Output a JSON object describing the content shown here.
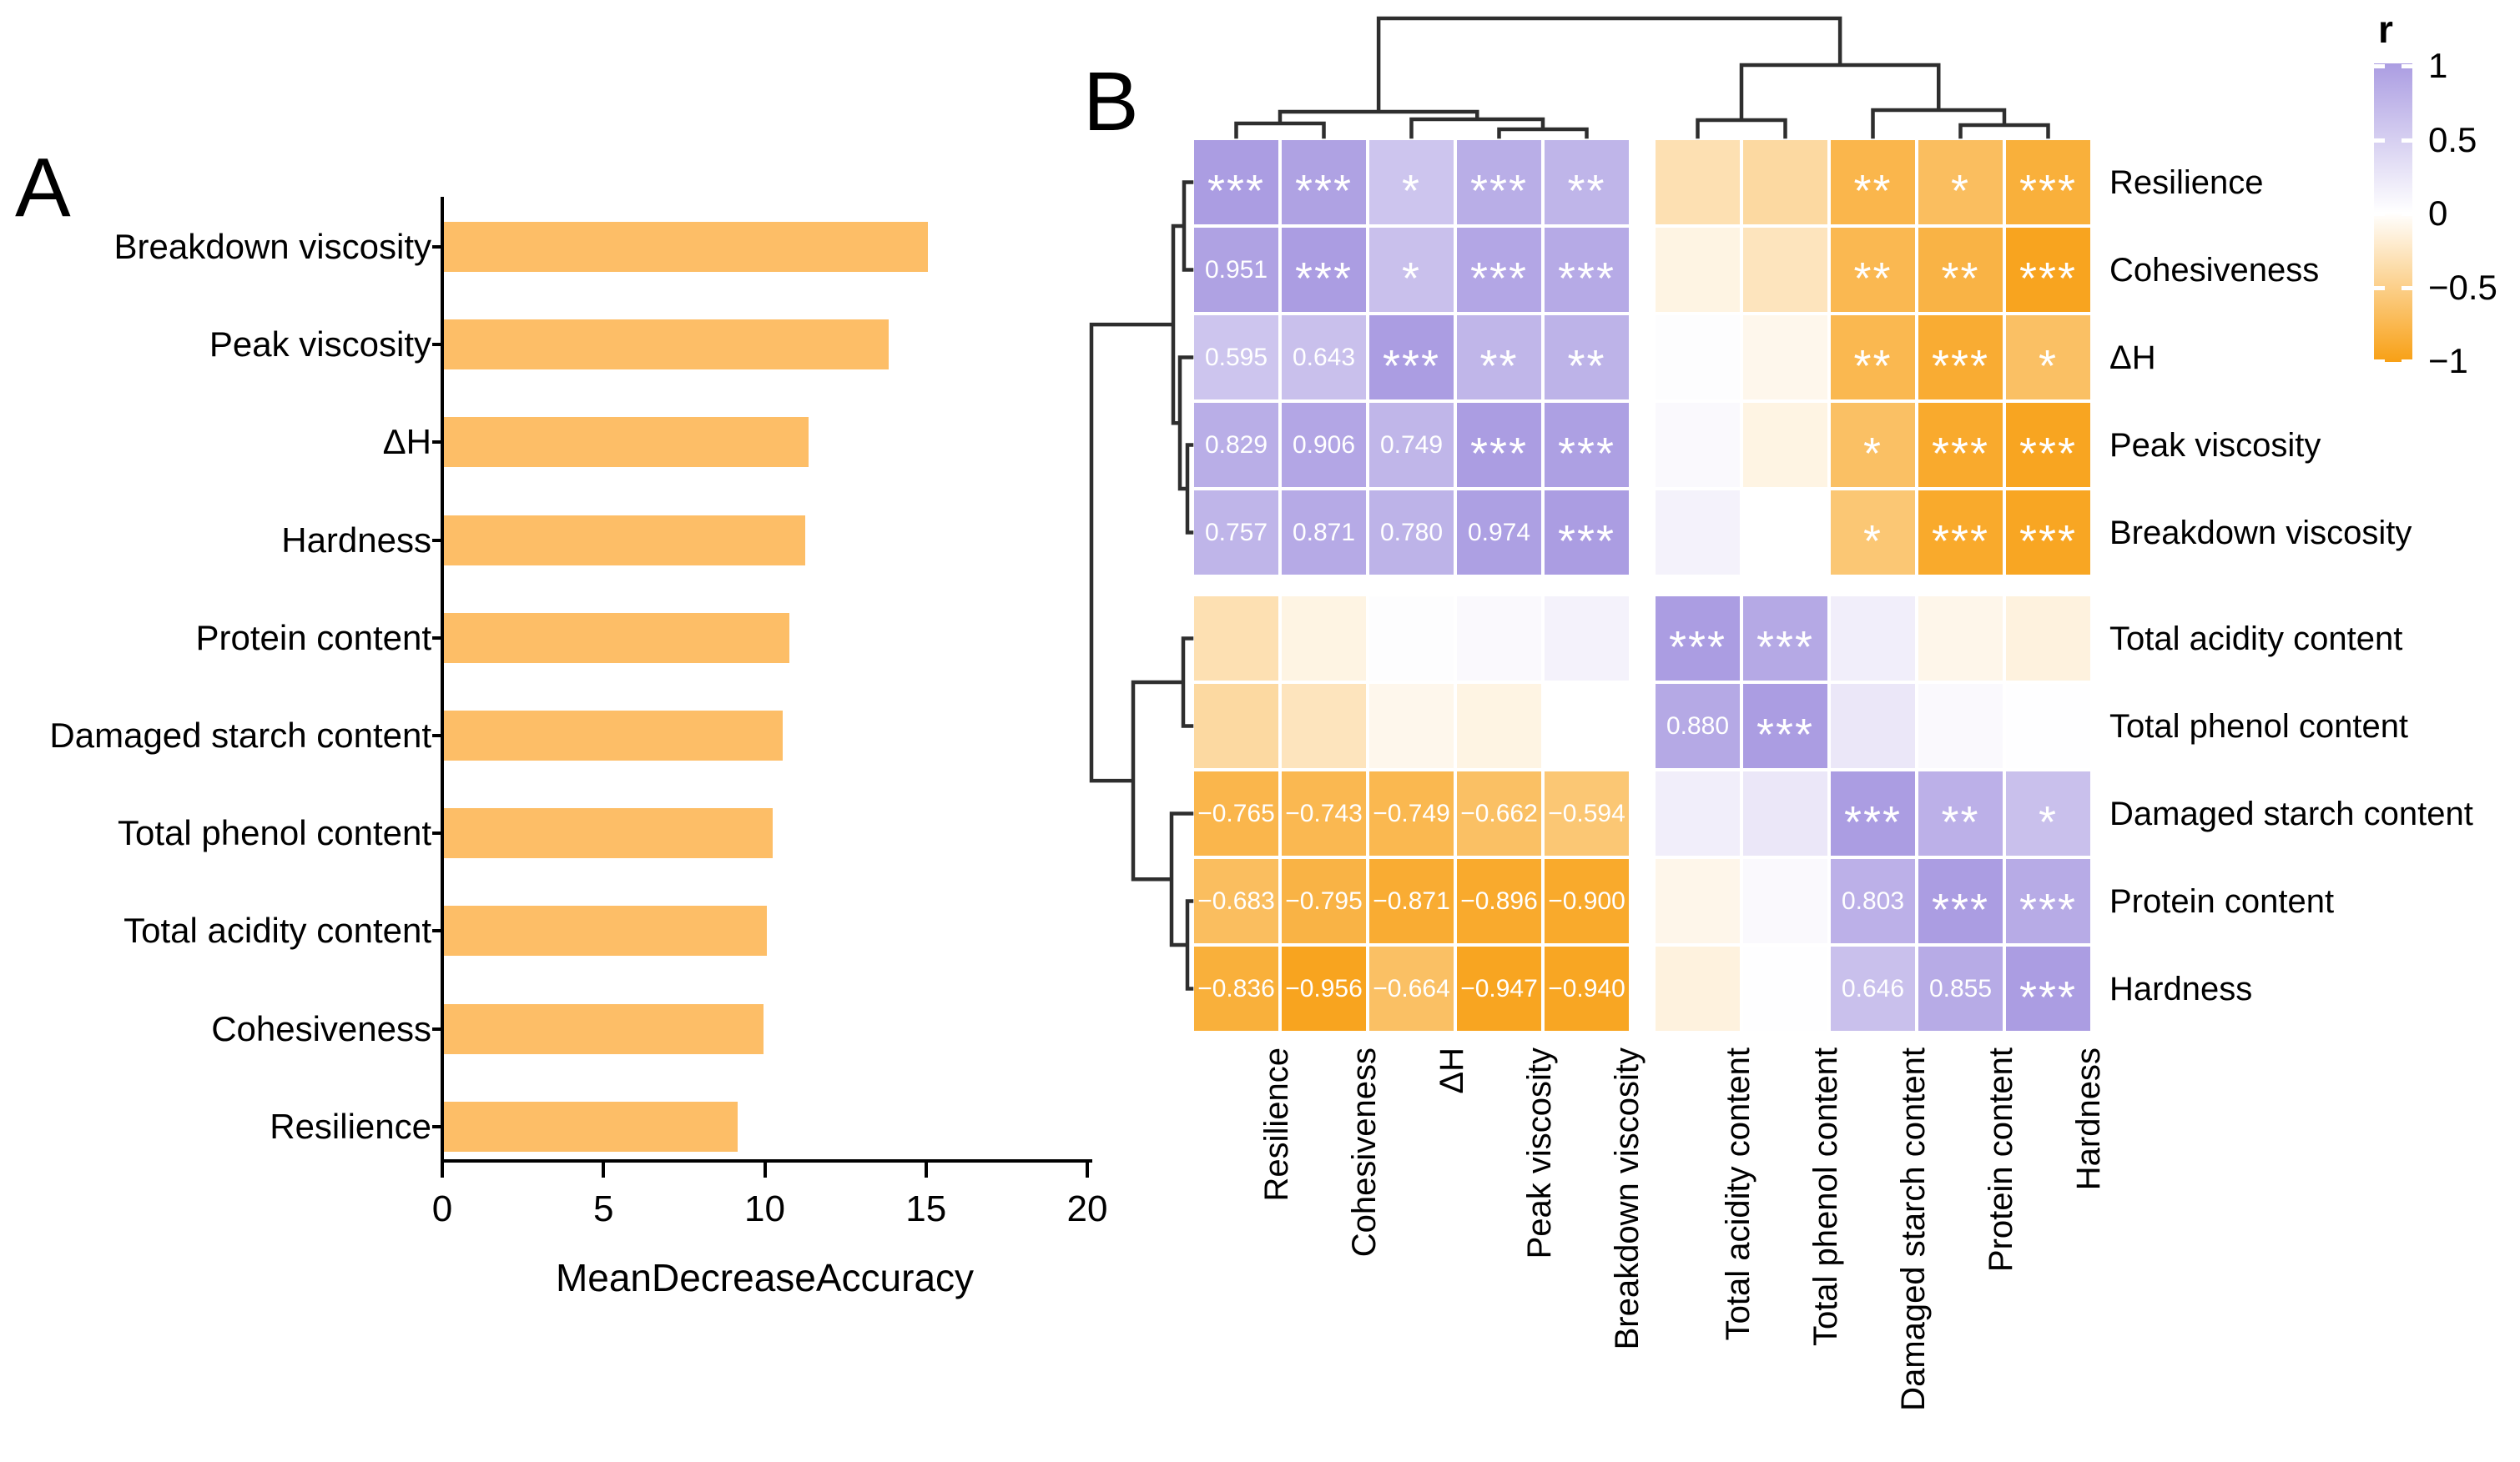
{
  "panels": {
    "a_label": "A",
    "b_label": "B"
  },
  "chart_data": [
    {
      "id": "variable-importance",
      "type": "bar",
      "orientation": "horizontal",
      "title": "",
      "xlabel": "MeanDecreaseAccuracy",
      "ylabel": "",
      "categories": [
        "Breakdown viscosity",
        "Peak viscosity",
        "ΔH",
        "Hardness",
        "Protein content",
        "Damaged starch content",
        "Total phenol content",
        "Total acidity content",
        "Cohesiveness",
        "Resilience"
      ],
      "values": [
        15.0,
        13.8,
        11.3,
        11.2,
        10.7,
        10.5,
        10.2,
        10.0,
        9.9,
        9.1
      ],
      "xlim": [
        0,
        20
      ],
      "xticks": [
        "0",
        "5",
        "10",
        "15",
        "20"
      ],
      "grid": false,
      "bar_color": "#FDBE67"
    },
    {
      "id": "correlation-heatmap",
      "type": "heatmap",
      "variables": [
        "Resilience",
        "Cohesiveness",
        "ΔH",
        "Peak viscosity",
        "Breakdown viscosity",
        "Total acidity content",
        "Total phenol content",
        "Damaged starch content",
        "Protein content",
        "Hardness"
      ],
      "r": [
        [
          1.0,
          0.951,
          0.595,
          0.829,
          0.757,
          -0.33,
          -0.4,
          -0.765,
          -0.683,
          -0.836
        ],
        [
          0.951,
          1.0,
          0.643,
          0.906,
          0.871,
          -0.12,
          -0.28,
          -0.743,
          -0.795,
          -0.956
        ],
        [
          0.595,
          0.643,
          1.0,
          0.749,
          0.78,
          0.02,
          -0.08,
          -0.749,
          -0.871,
          -0.664
        ],
        [
          0.829,
          0.906,
          0.749,
          1.0,
          0.974,
          0.06,
          -0.12,
          -0.662,
          -0.896,
          -0.947
        ],
        [
          0.757,
          0.871,
          0.78,
          0.974,
          1.0,
          0.13,
          0.0,
          -0.594,
          -0.9,
          -0.94
        ],
        [
          -0.33,
          -0.12,
          0.02,
          0.06,
          0.13,
          1.0,
          0.88,
          0.17,
          -0.09,
          -0.14
        ],
        [
          -0.4,
          -0.28,
          -0.08,
          -0.12,
          0.0,
          0.88,
          1.0,
          0.24,
          0.06,
          0.01
        ],
        [
          -0.765,
          -0.743,
          -0.749,
          -0.662,
          -0.594,
          0.17,
          0.24,
          1.0,
          0.803,
          0.646
        ],
        [
          -0.683,
          -0.795,
          -0.871,
          -0.896,
          -0.9,
          -0.09,
          0.06,
          0.803,
          1.0,
          0.855
        ],
        [
          -0.836,
          -0.956,
          -0.664,
          -0.947,
          -0.94,
          -0.14,
          0.01,
          0.646,
          0.855,
          1.0
        ]
      ],
      "cell_labels": [
        [
          "***",
          "***",
          "*",
          "***",
          "**",
          "",
          "",
          "**",
          "*",
          "***"
        ],
        [
          "0.951",
          "***",
          "*",
          "***",
          "***",
          "",
          "",
          "**",
          "**",
          "***"
        ],
        [
          "0.595",
          "0.643",
          "***",
          "**",
          "**",
          "",
          "",
          "**",
          "***",
          "*"
        ],
        [
          "0.829",
          "0.906",
          "0.749",
          "***",
          "***",
          "",
          "",
          "*",
          "***",
          "***"
        ],
        [
          "0.757",
          "0.871",
          "0.780",
          "0.974",
          "***",
          "",
          "",
          "*",
          "***",
          "***"
        ],
        [
          "",
          "",
          "",
          "",
          "",
          "***",
          "***",
          "",
          "",
          ""
        ],
        [
          "",
          "",
          "",
          "",
          "",
          "0.880",
          "***",
          "",
          "",
          ""
        ],
        [
          "−0.765",
          "−0.743",
          "−0.749",
          "−0.662",
          "−0.594",
          "",
          "",
          "***",
          "**",
          "*"
        ],
        [
          "−0.683",
          "−0.795",
          "−0.871",
          "−0.896",
          "−0.900",
          "",
          "",
          "0.803",
          "***",
          "***"
        ],
        [
          "−0.836",
          "−0.956",
          "−0.664",
          "−0.947",
          "−0.940",
          "",
          "",
          "0.646",
          "0.855",
          "***"
        ]
      ],
      "legend": {
        "title": "r",
        "ticks": [
          "1",
          "0.5",
          "0",
          "−0.5",
          "−1"
        ],
        "range": [
          1,
          -1
        ]
      },
      "palette": {
        "positive_end": "#AB9DE2",
        "mid": "#FFFFFF",
        "negative_end": "#F8A015"
      },
      "column_dendrogram": {
        "h": 142,
        "children": [
          {
            "h": 30,
            "children": [
              {
                "h": 16,
                "children": [
                  {
                    "leaf": 0
                  },
                  {
                    "leaf": 1
                  }
                ]
              },
              {
                "h": 21,
                "children": [
                  {
                    "leaf": 2
                  },
                  {
                    "h": 9,
                    "children": [
                      {
                        "leaf": 3
                      },
                      {
                        "leaf": 4
                      }
                    ]
                  }
                ]
              }
            ]
          },
          {
            "h": 86,
            "children": [
              {
                "h": 20,
                "children": [
                  {
                    "leaf": 5
                  },
                  {
                    "leaf": 6
                  }
                ]
              },
              {
                "h": 32,
                "children": [
                  {
                    "leaf": 7
                  },
                  {
                    "h": 14,
                    "children": [
                      {
                        "leaf": 8
                      },
                      {
                        "leaf": 9
                      }
                    ]
                  }
                ]
              }
            ]
          }
        ]
      },
      "row_dendrogram": {
        "h": 120,
        "children": [
          {
            "h": 22,
            "children": [
              {
                "h": 9,
                "children": [
                  {
                    "leaf": 0
                  },
                  {
                    "leaf": 1
                  }
                ]
              },
              {
                "h": 14,
                "children": [
                  {
                    "leaf": 2
                  },
                  {
                    "h": 5,
                    "children": [
                      {
                        "leaf": 3
                      },
                      {
                        "leaf": 4
                      }
                    ]
                  }
                ]
              }
            ]
          },
          {
            "h": 70,
            "children": [
              {
                "h": 10,
                "children": [
                  {
                    "leaf": 5
                  },
                  {
                    "leaf": 6
                  }
                ]
              },
              {
                "h": 24,
                "children": [
                  {
                    "leaf": 7
                  },
                  {
                    "h": 5,
                    "children": [
                      {
                        "leaf": 8
                      },
                      {
                        "leaf": 9
                      }
                    ]
                  }
                ]
              }
            ]
          }
        ]
      }
    }
  ]
}
